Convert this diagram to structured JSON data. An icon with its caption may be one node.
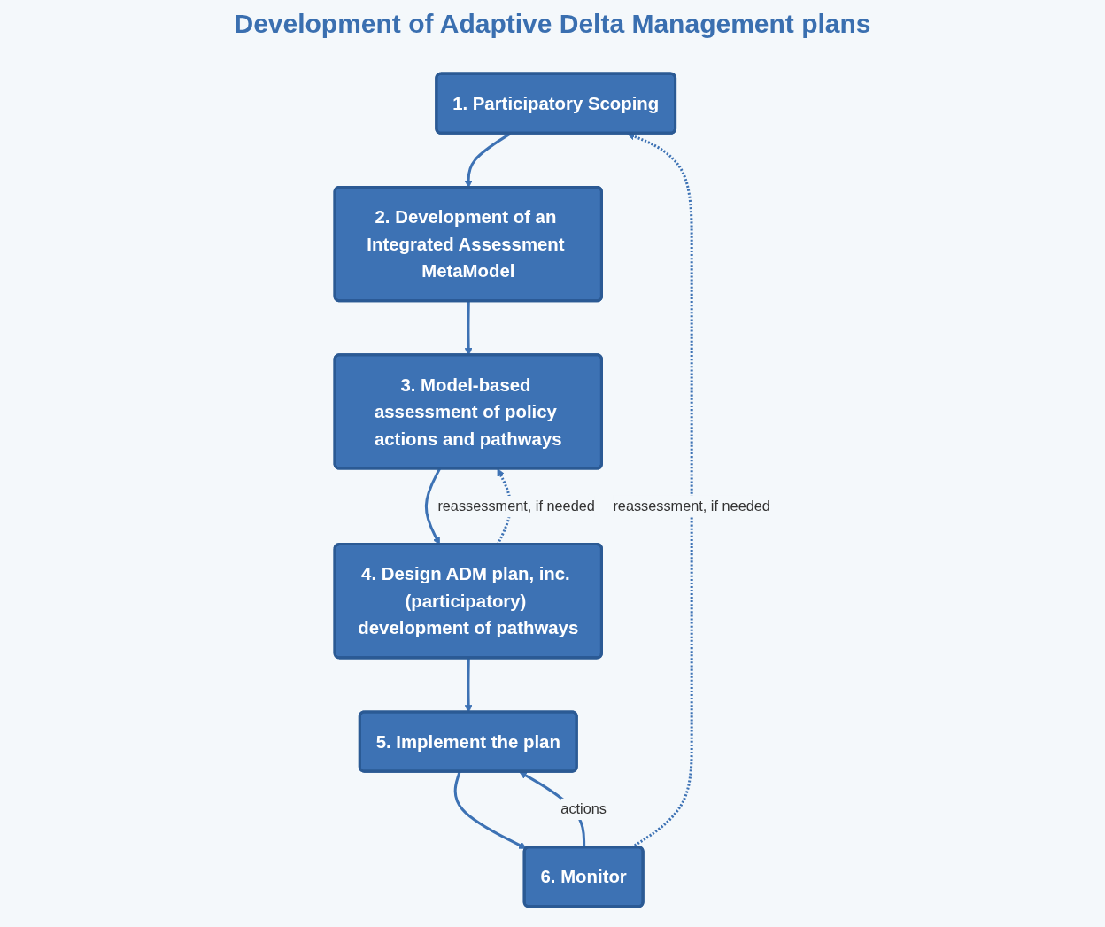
{
  "diagram": {
    "nodes": [
      {
        "text": [
          "1. Participatory Scoping"
        ]
      },
      {
        "text": [
          "2. Development of an Integrated Assessment MetaModel"
        ]
      },
      {
        "text": [
          "3. Model-based assessment of policy actions and pathways"
        ]
      },
      {
        "text": [
          "4. Design ADM plan, inc. (participatory) development of pathways"
        ]
      },
      {
        "text": [
          "5. Implement the plan"
        ]
      },
      {
        "text": [
          "6. Monitor"
        ]
      }
    ],
    "edges": [
      {
        "from": 0,
        "to": 1,
        "arrow": "to"
      },
      {
        "from": 1,
        "to": 2,
        "arrow": "to"
      },
      {
        "from": 2,
        "to": 3,
        "arrow": "to"
      },
      {
        "from": 3,
        "to": 2,
        "arrow": "to",
        "style": "dashed",
        "label": "reassessment, if needed"
      },
      {
        "from": 3,
        "to": 4,
        "arrow": "to"
      },
      {
        "from": 4,
        "to": 5,
        "arrow": "to"
      },
      {
        "from": 5,
        "to": 4,
        "arrow": "to",
        "label": "actions"
      },
      {
        "from": 5,
        "to": 0,
        "arrow": "to",
        "style": "dashed",
        "label": "reassessment, if needed"
      }
    ],
    "labels": [
      "Development of Adaptive Delta Management plans"
    ]
  }
}
